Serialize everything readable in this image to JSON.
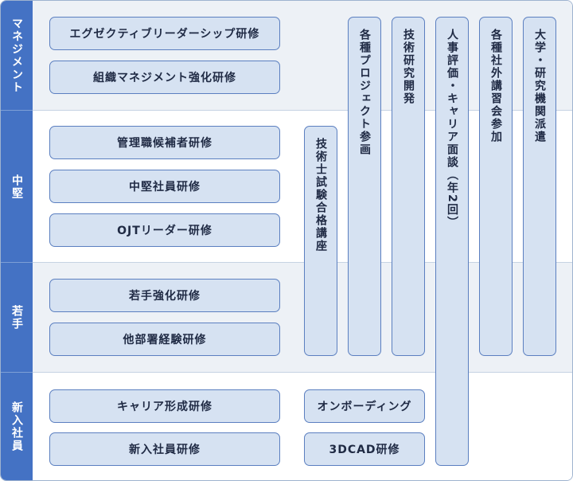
{
  "categories": {
    "management": "マネジメント",
    "middle": "中堅",
    "young": "若手",
    "new": "新入社員"
  },
  "courses": {
    "executive_leadership": "エグゼクティブリーダーシップ研修",
    "org_management": "組織マネジメント強化研修",
    "manager_candidate": "管理職候補者研修",
    "mid_level": "中堅社員研修",
    "ojt_leader": "OJTリーダー研修",
    "young_strengthening": "若手強化研修",
    "other_dept": "他部署経験研修",
    "career_formation": "キャリア形成研修",
    "new_employee": "新入社員研修",
    "onboarding": "オンボーディング",
    "cad": "3DCAD研修"
  },
  "programs": {
    "engineer_exam": "技術士試験合格講座",
    "projects": "各種プロジェクト参画",
    "rnd": "技術研究開発",
    "evaluation": "人事評価・キャリア面談（年2回）",
    "external_workshops": "各種社外講習会参加",
    "university_dispatch": "大学・研究機関派遣"
  },
  "colors": {
    "category_bar": "#4472c4",
    "box_fill": "#d6e2f2",
    "box_border": "#5b7fc0",
    "band_shade": "#edf1f6"
  }
}
